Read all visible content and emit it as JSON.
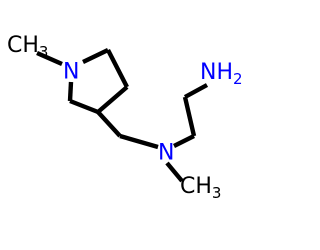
{
  "molecule": {
    "atom_labels": {
      "nh2": "NH",
      "nh2_sub": "2",
      "ring_n": "N",
      "amine_n": "N",
      "methyl_top": "CH",
      "methyl_top_sub": "3",
      "methyl_bottom": "CH",
      "methyl_bottom_sub": "3"
    },
    "colors": {
      "bond": "#000000",
      "nitrogen": "#0000ff",
      "carbon_label": "#000000",
      "background": "#ffffff"
    }
  }
}
